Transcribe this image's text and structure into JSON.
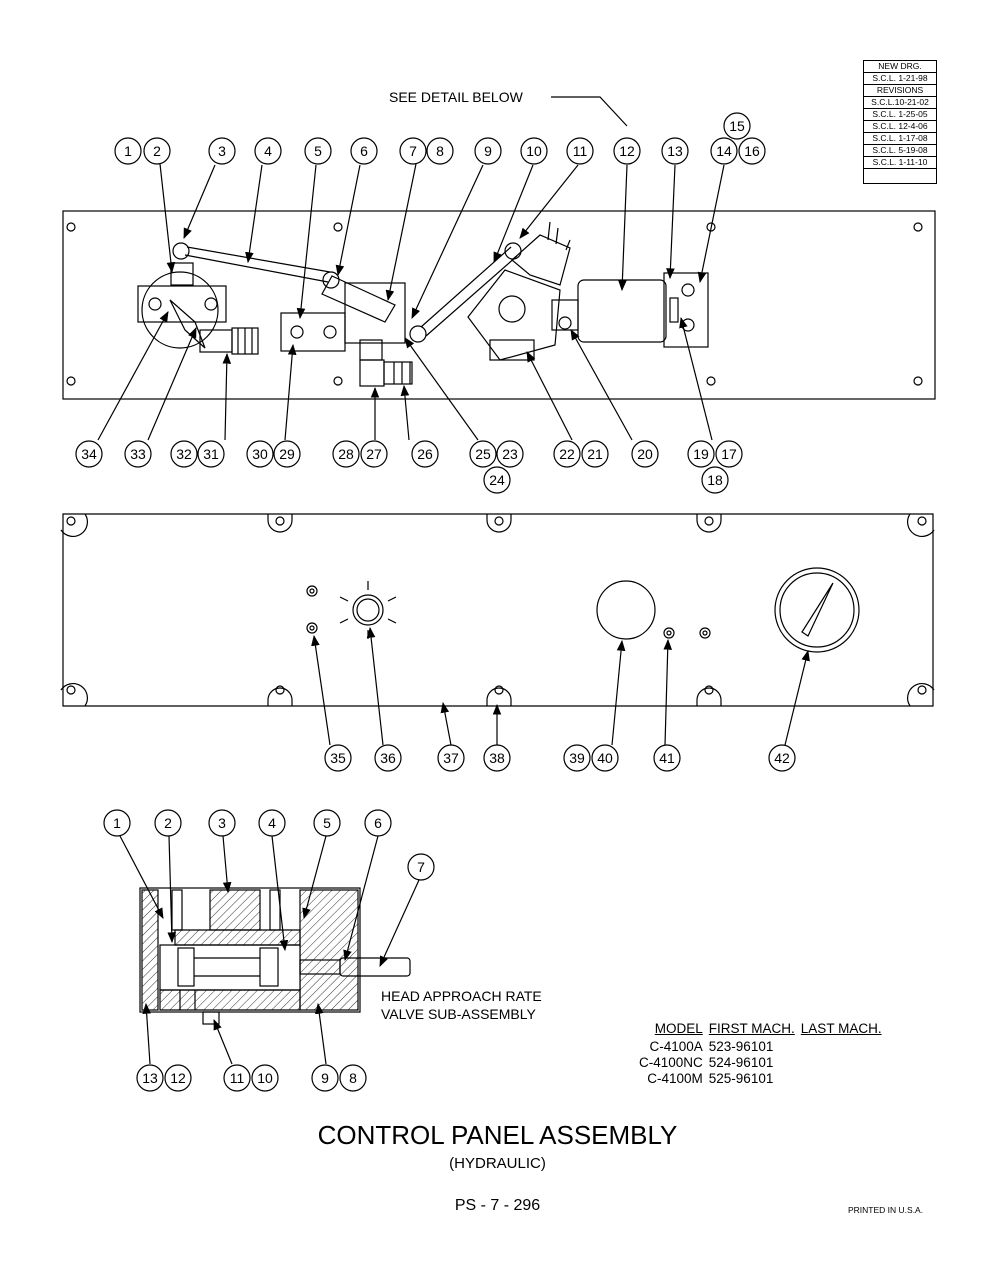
{
  "revision_box": {
    "header_lines": [
      "NEW DRG.",
      "S.C.L. 1-21-98",
      "REVISIONS"
    ],
    "revisions": [
      "S.C.L.10-21-02",
      "S.C.L. 1-25-05",
      "S.C.L. 12-4-06",
      "S.C.L. 1-17-08",
      "S.C.L. 5-19-08",
      "S.C.L. 1-11-10"
    ]
  },
  "detail_note": "SEE DETAIL BELOW",
  "top_view": {
    "callouts_top": [
      "1",
      "2",
      "3",
      "4",
      "5",
      "6",
      "7",
      "8",
      "9",
      "10",
      "11",
      "12",
      "13",
      "14",
      "15",
      "16"
    ],
    "callouts_bottom": [
      "34",
      "33",
      "32",
      "31",
      "30",
      "29",
      "28",
      "27",
      "26",
      "25",
      "23",
      "24",
      "22",
      "21",
      "20",
      "19",
      "17",
      "18"
    ]
  },
  "front_view": {
    "callouts": [
      "35",
      "36",
      "37",
      "38",
      "39",
      "40",
      "41",
      "42"
    ]
  },
  "sub_assembly": {
    "label_line1": "HEAD APPROACH RATE",
    "label_line2": "VALVE SUB-ASSEMBLY",
    "callouts_top": [
      "1",
      "2",
      "3",
      "4",
      "5",
      "6",
      "7"
    ],
    "callouts_bottom": [
      "13",
      "12",
      "11",
      "10",
      "9",
      "8"
    ]
  },
  "model_table": {
    "headers": [
      "MODEL",
      "FIRST MACH.",
      "LAST MACH."
    ],
    "rows": [
      [
        "C-4100A",
        "523-96101",
        ""
      ],
      [
        "C-4100NC",
        "524-96101",
        ""
      ],
      [
        "C-4100M",
        "525-96101",
        ""
      ]
    ]
  },
  "title": "CONTROL PANEL ASSEMBLY",
  "subtitle": "(HYDRAULIC)",
  "page_number": "PS - 7 - 296",
  "printed_note": "PRINTED IN U.S.A."
}
